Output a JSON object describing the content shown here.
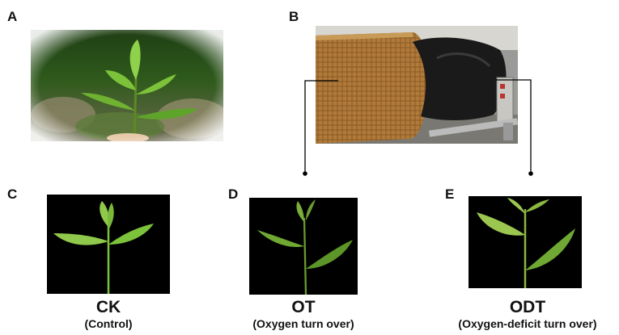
{
  "panels": [
    {
      "letter": "A"
    },
    {
      "letter": "B"
    },
    {
      "letter": "C",
      "title": "CK",
      "subtitle": "(Control)"
    },
    {
      "letter": "D",
      "title": "OT",
      "subtitle": "(Oxygen turn over)"
    },
    {
      "letter": "E",
      "title": "ODT",
      "subtitle": "(Oxygen-deficit turn over)"
    }
  ],
  "colors": {
    "leaf_bright": "#7cc23a",
    "leaf_dark": "#4f8a1f",
    "bamboo": "#b07a3a",
    "black_bag": "#1a1a1a",
    "photo_bg": "#000000"
  }
}
